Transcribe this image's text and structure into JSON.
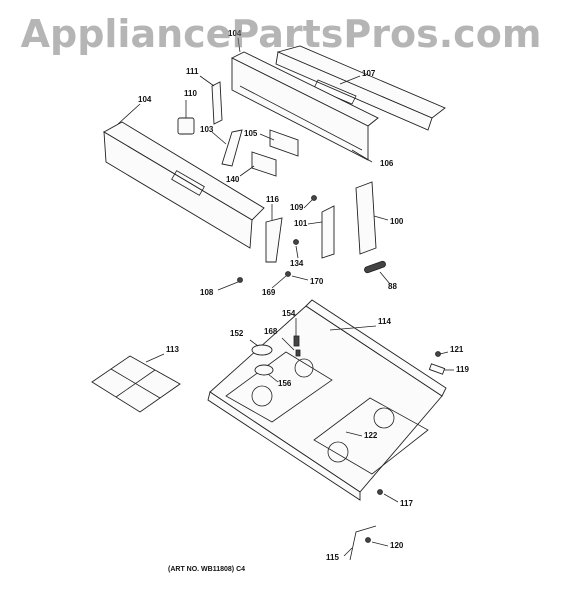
{
  "watermark": "AppliancePartsPros.com",
  "art_number": "(ART NO. WB11808) C4",
  "callouts": [
    {
      "id": "c104a",
      "label": "104"
    },
    {
      "id": "c107",
      "label": "107"
    },
    {
      "id": "c111",
      "label": "111"
    },
    {
      "id": "c110",
      "label": "110"
    },
    {
      "id": "c104",
      "label": "104"
    },
    {
      "id": "c103",
      "label": "103"
    },
    {
      "id": "c105",
      "label": "105"
    },
    {
      "id": "c106",
      "label": "106"
    },
    {
      "id": "c140",
      "label": "140"
    },
    {
      "id": "c116",
      "label": "116"
    },
    {
      "id": "c109",
      "label": "109"
    },
    {
      "id": "c101",
      "label": "101"
    },
    {
      "id": "c100",
      "label": "100"
    },
    {
      "id": "c134",
      "label": "134"
    },
    {
      "id": "c170",
      "label": "170"
    },
    {
      "id": "c108",
      "label": "108"
    },
    {
      "id": "c169",
      "label": "169"
    },
    {
      "id": "c88",
      "label": "88"
    },
    {
      "id": "c154",
      "label": "154"
    },
    {
      "id": "c114",
      "label": "114"
    },
    {
      "id": "c152",
      "label": "152"
    },
    {
      "id": "c168",
      "label": "168"
    },
    {
      "id": "c113",
      "label": "113"
    },
    {
      "id": "c121",
      "label": "121"
    },
    {
      "id": "c119",
      "label": "119"
    },
    {
      "id": "c156",
      "label": "156"
    },
    {
      "id": "c122",
      "label": "122"
    },
    {
      "id": "c117",
      "label": "117"
    },
    {
      "id": "c120",
      "label": "120"
    },
    {
      "id": "c115",
      "label": "115"
    }
  ]
}
